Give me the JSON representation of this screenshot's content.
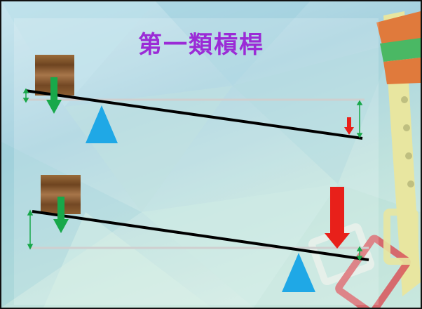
{
  "title": "第一類槓桿",
  "colors": {
    "title": "#9b2bd6",
    "fulcrum": "#1fa8e6",
    "effort_arrow": "#18a84a",
    "load_arrow": "#e8201a",
    "lever_bar": "#000000",
    "reference_line": "#cfcfcf",
    "measure_marker": "#18a84a",
    "box_wood": "#8a5a2c"
  },
  "diagrams": [
    {
      "name": "short-effort-arm",
      "effort_icon": "down-arrow-icon",
      "load_icon": "down-arrow-icon",
      "fulcrum_icon": "triangle-fulcrum-icon",
      "load_arrow_size": "small"
    },
    {
      "name": "long-effort-arm",
      "effort_icon": "down-arrow-icon",
      "load_icon": "down-arrow-icon",
      "fulcrum_icon": "triangle-fulcrum-icon",
      "load_arrow_size": "large"
    }
  ]
}
